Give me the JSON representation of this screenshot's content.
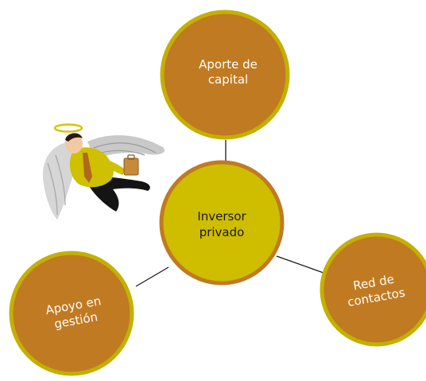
{
  "diagram": {
    "center": {
      "line1": "Inversor",
      "line2": "privado"
    },
    "nodes": [
      {
        "id": "capital",
        "line1": "Aporte de",
        "line2": "capital"
      },
      {
        "id": "gestion",
        "line1": "Apoyo en",
        "line2": "gestión"
      },
      {
        "id": "contactos",
        "line1": "Red de",
        "line2": "contactos"
      }
    ],
    "colors": {
      "outer_fill": "#c07a22",
      "ring": "#c4b000",
      "center_fill": "#cfbd00",
      "connector": "#1a1a1a"
    },
    "illustration": {
      "icon": "angel-investor-icon"
    }
  }
}
